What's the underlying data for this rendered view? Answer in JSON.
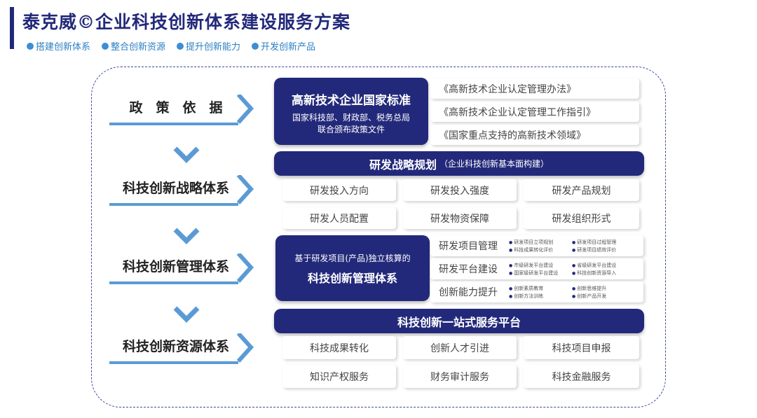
{
  "header": {
    "title": "泰克威©企业科技创新体系建设服务方案",
    "tags": [
      "搭建创新体系",
      "整合创新资源",
      "提升创新能力",
      "开发创新产品"
    ]
  },
  "left_labels": [
    "政　策　依　据",
    "科技创新战略体系",
    "科技创新管理体系",
    "科技创新资源体系"
  ],
  "policy": {
    "heading": "高新技术企业国家标准",
    "desc_line1": "国家科技部、财政部、税务总局",
    "desc_line2": "联合颁布政策文件",
    "docs": [
      "《高新技术企业认定管理办法》",
      "《高新技术企业认定管理工作指引》",
      "《国家重点支持的高新技术领域》"
    ]
  },
  "strategy": {
    "heading": "研发战略规划",
    "subheading": "（企业科技创新基本面构建）",
    "items": [
      "研发投入方向",
      "研发投入强度",
      "研发产品规划",
      "研发人员配置",
      "研发物资保障",
      "研发组织形式"
    ]
  },
  "management": {
    "intro": "基于研发项目(产品)独立核算的",
    "heading": "科技创新管理体系",
    "rows": [
      {
        "name": "研发项目管理",
        "subs": [
          "研发项目立项规划",
          "研发项目过程管理",
          "科技成果转化评价",
          "研发项目绩效评价"
        ]
      },
      {
        "name": "研发平台建设",
        "subs": [
          "市级研发平台建设",
          "省级研发平台建设",
          "国家级研发平台建设",
          "科技创新资源导入"
        ]
      },
      {
        "name": "创新能力提升",
        "subs": [
          "创新素质教育",
          "创新思维提升",
          "创新方法训练",
          "创新产品开发"
        ]
      }
    ]
  },
  "resources": {
    "heading": "科技创新一站式服务平台",
    "items": [
      "科技成果转化",
      "创新人才引进",
      "科技项目申报",
      "知识产权服务",
      "财务审计服务",
      "科技金融服务"
    ]
  },
  "colors": {
    "navy": "#23297a",
    "blue": "#3c8ed3",
    "arrow": "#5b9bd5"
  }
}
